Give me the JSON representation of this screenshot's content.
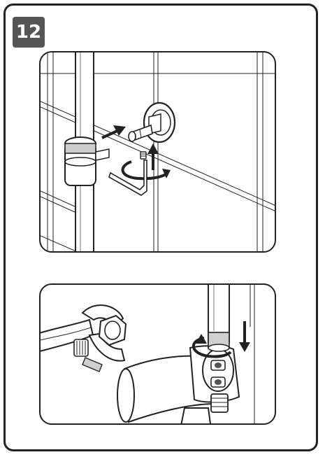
{
  "step": {
    "number": "12"
  },
  "panels": [
    {
      "id": "mount-detail",
      "icons": [
        "wall-bracket-icon",
        "anchor-pin-icon",
        "screw-icon",
        "hex-key-icon",
        "rotate-arrow-icon",
        "push-arrow-icon"
      ]
    },
    {
      "id": "connection-detail",
      "icons": [
        "adjustable-wrench-icon",
        "hex-nut-icon",
        "thermostat-valve-icon",
        "rotate-arrow-icon",
        "down-arrow-icon"
      ]
    }
  ],
  "colors": {
    "line": "#222222",
    "badge": "#555555",
    "fill": "#ffffff",
    "shade": "#d0d0d0"
  }
}
